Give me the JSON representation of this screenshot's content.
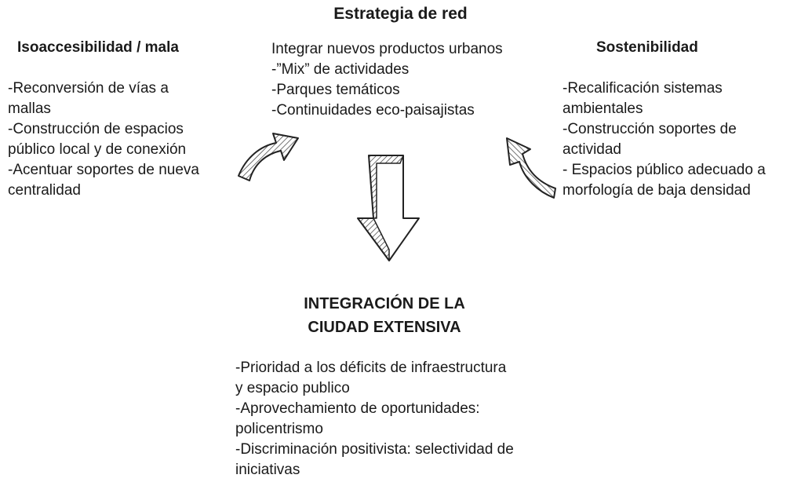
{
  "title": "Estrategia de red",
  "left": {
    "heading": "Isoaccesibilidad / mala",
    "lines": [
      "-Reconversión de vías a",
      "mallas",
      "-Construcción de espacios",
      "público local y de conexión",
      "-Acentuar soportes de nueva",
      "centralidad"
    ]
  },
  "center": {
    "lines": [
      "Integrar nuevos productos urbanos",
      "-”Mix” de actividades",
      "-Parques temáticos",
      "-Continuidades eco-paisajistas"
    ]
  },
  "right": {
    "heading": "Sostenibilidad",
    "lines": [
      "-Recalificación sistemas",
      "ambientales",
      "-Construcción soportes de",
      "actividad",
      "- Espacios público adecuado a",
      "morfología de baja densidad"
    ]
  },
  "bottom": {
    "title_lines": [
      "INTEGRACIÓN DE LA",
      "CIUDAD EXTENSIVA"
    ],
    "lines": [
      "-Prioridad a los déficits de infraestructura",
      "y espacio publico",
      "-Aprovechamiento de oportunidades:",
      "policentrismo",
      "-Discriminación positivista: selectividad de",
      "iniciativas"
    ]
  },
  "icons": {
    "left_arrow": "curved-arrow-icon",
    "right_arrow": "curved-arrow-icon",
    "down_arrow": "down-arrow-icon"
  }
}
